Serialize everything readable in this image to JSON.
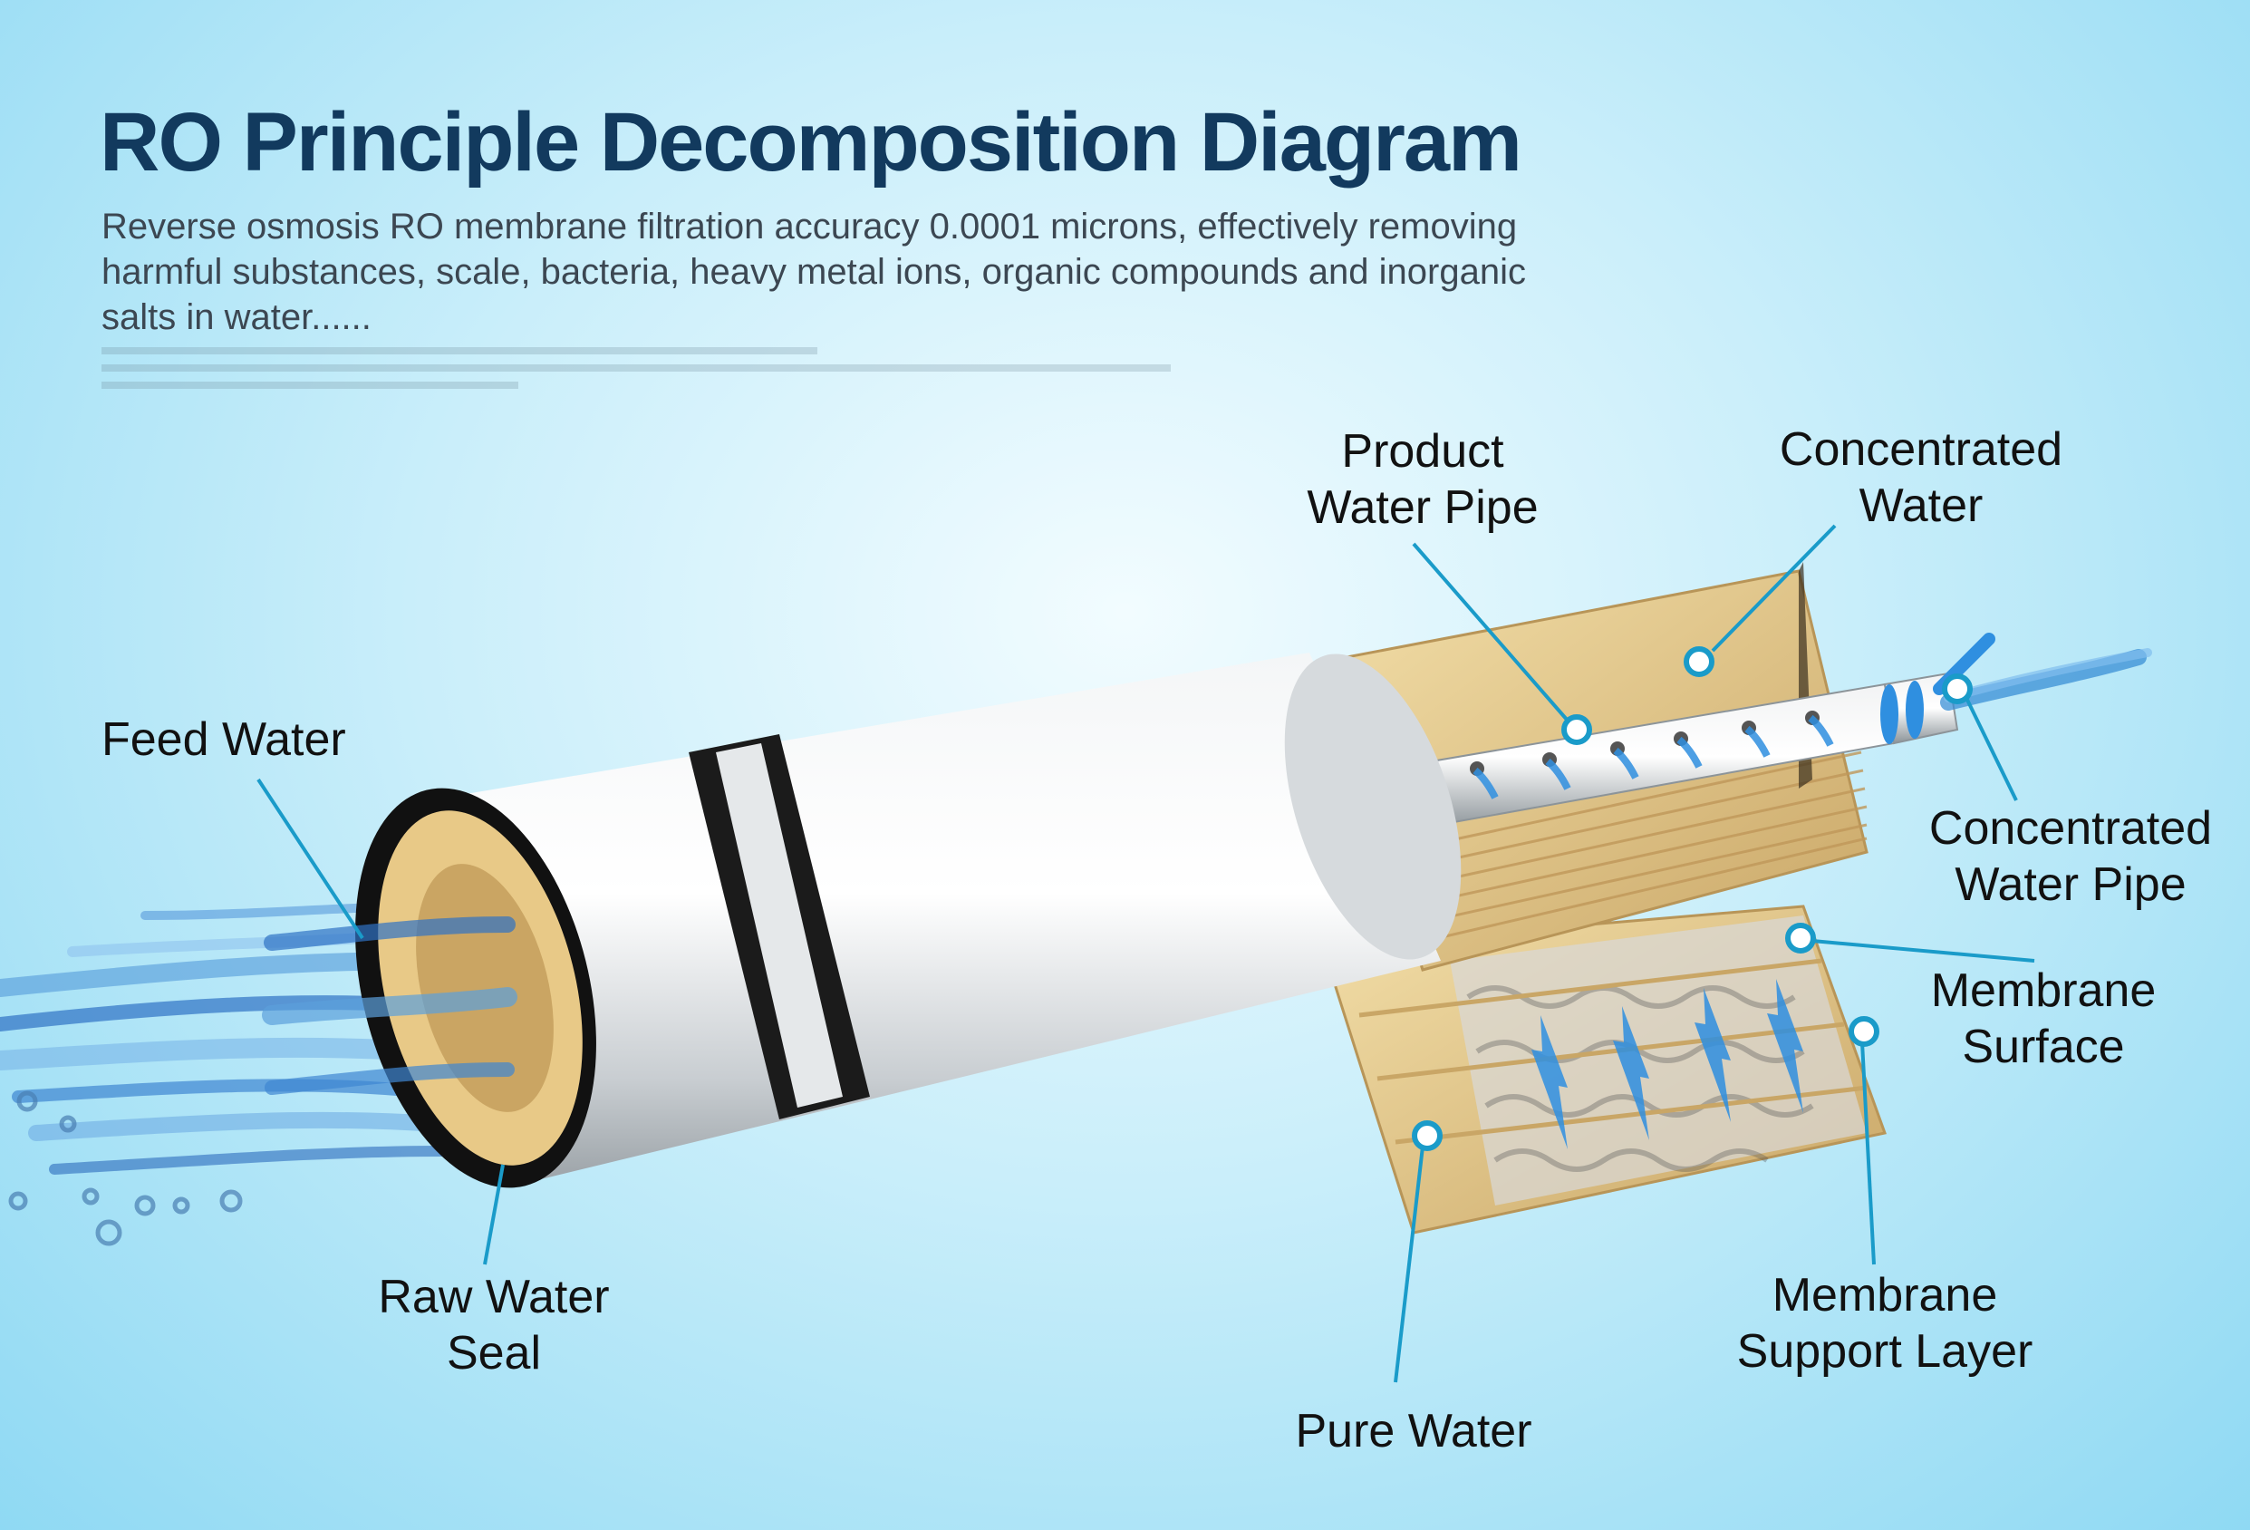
{
  "title": "RO Principle Decomposition Diagram",
  "subtitle": "Reverse osmosis RO membrane filtration accuracy 0.0001 microns, effectively removing harmful substances, scale, bacteria, heavy metal ions, organic compounds and inorganic salts in water......",
  "labels": {
    "feed_water": "Feed Water",
    "raw_water_seal_1": "Raw Water",
    "raw_water_seal_2": "Seal",
    "product_water_pipe_1": "Product",
    "product_water_pipe_2": "Water Pipe",
    "concentrated_water_1": "Concentrated",
    "concentrated_water_2": "Water",
    "concentrated_water_pipe_1": "Concentrated",
    "concentrated_water_pipe_2": "Water Pipe",
    "membrane_surface_1": "Membrane",
    "membrane_surface_2": "Surface",
    "membrane_support_layer_1": "Membrane",
    "membrane_support_layer_2": "Support Layer",
    "pure_water": "Pure Water"
  },
  "colors": {
    "title": "#123a5e",
    "callout": "#1a9bc9",
    "membrane": "#e6c98a",
    "housing": "#dfe3e6",
    "water": "#3a8fd6"
  }
}
